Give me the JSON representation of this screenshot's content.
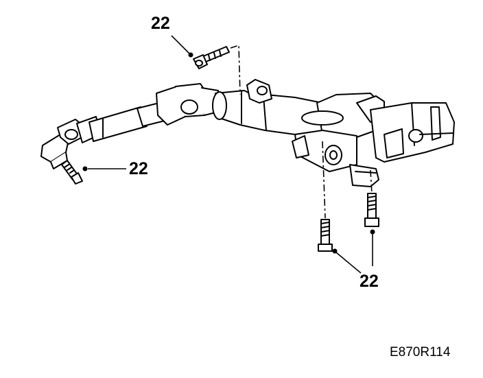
{
  "diagram": {
    "callouts": [
      {
        "id": "top",
        "label": "22"
      },
      {
        "id": "left",
        "label": "22"
      },
      {
        "id": "bottom",
        "label": "22"
      }
    ],
    "figure_code": "E870R114",
    "colors": {
      "line": "#000000",
      "fill": "#ffffff",
      "shade": "#d9d9d9"
    }
  }
}
